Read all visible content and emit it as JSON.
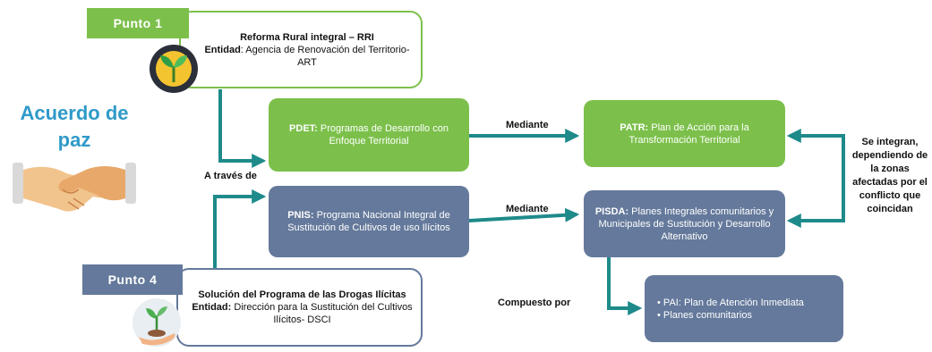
{
  "title_line1": "Acuerdo de",
  "title_line2": "paz",
  "punto1": {
    "tag": "Punto  1",
    "title": "Reforma Rural integral – RRI",
    "entity_label": "Entidad",
    "entity_text": ": Agencia de Renovación del Territorio- ART"
  },
  "punto4": {
    "tag": "Punto  4",
    "title": "Solución del Programa de las Drogas Ilícitas",
    "entity_label": "Entidad:",
    "entity_text": " Dirección para la Sustitución del Cultivos Ilícitos-  DSCI"
  },
  "pdet": {
    "abbr": "PDET:",
    "text": " Programas de Desarrollo con Enfoque Territorial"
  },
  "pnis": {
    "abbr": "PNIS:",
    "text": " Programa Nacional  Integral de Sustitución de Cultivos de uso Ilícitos"
  },
  "patr": {
    "abbr": "PATR:",
    "text": " Plan de Acción para la Transformación Territorial"
  },
  "pisda": {
    "abbr": "PISDA:",
    "text": " Planes Integrales comunitarios y Municipales de Sustitución  y Desarrollo Alternativo"
  },
  "labels": {
    "a_traves_de": "A través de",
    "mediante_1": "Mediante",
    "mediante_2": "Mediante",
    "compuesto_por": "Compuesto  por",
    "se_integran": "Se integran, dependiendo de la zonas afectadas por el conflicto que coincidan"
  },
  "plans": [
    "PAI: Plan de Atención Inmediata",
    "Planes comunitarios"
  ],
  "colors": {
    "green": "#7cc04b",
    "slate": "#64799b",
    "teal": "#1e8a8a",
    "title_blue": "#2f9ac8"
  },
  "icons": [
    "handshake-icon",
    "plant-gear-icon",
    "hand-plant-icon"
  ]
}
